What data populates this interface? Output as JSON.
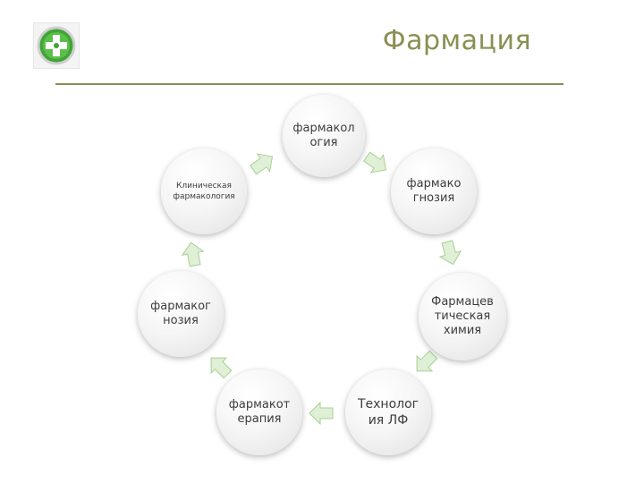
{
  "title": "Фармация",
  "colors": {
    "title": "#8a8f52",
    "rule": "#8a8f52",
    "arrow_fill": "#dff0d6",
    "arrow_stroke": "#a9cf93",
    "logo_green": "#3fa535"
  },
  "logo": {
    "icon": "green-cross-pharmacy-logo"
  },
  "nodes": [
    {
      "id": "pharmacology",
      "label": "фармакол\nогия"
    },
    {
      "id": "pharmacognosy-right",
      "label": "фармако\nгнозия"
    },
    {
      "id": "pharm-chemistry",
      "label": "Фармацев\nтическая\nхимия"
    },
    {
      "id": "drug-technology",
      "label": "Технолог\nия ЛФ"
    },
    {
      "id": "pharmacotherapy",
      "label": "фармакот\nерапия"
    },
    {
      "id": "pharmacognosy-left",
      "label": "фармаког\nнозия"
    },
    {
      "id": "clinical-pharmacology",
      "label": "Клиническая\nфармакология"
    }
  ]
}
